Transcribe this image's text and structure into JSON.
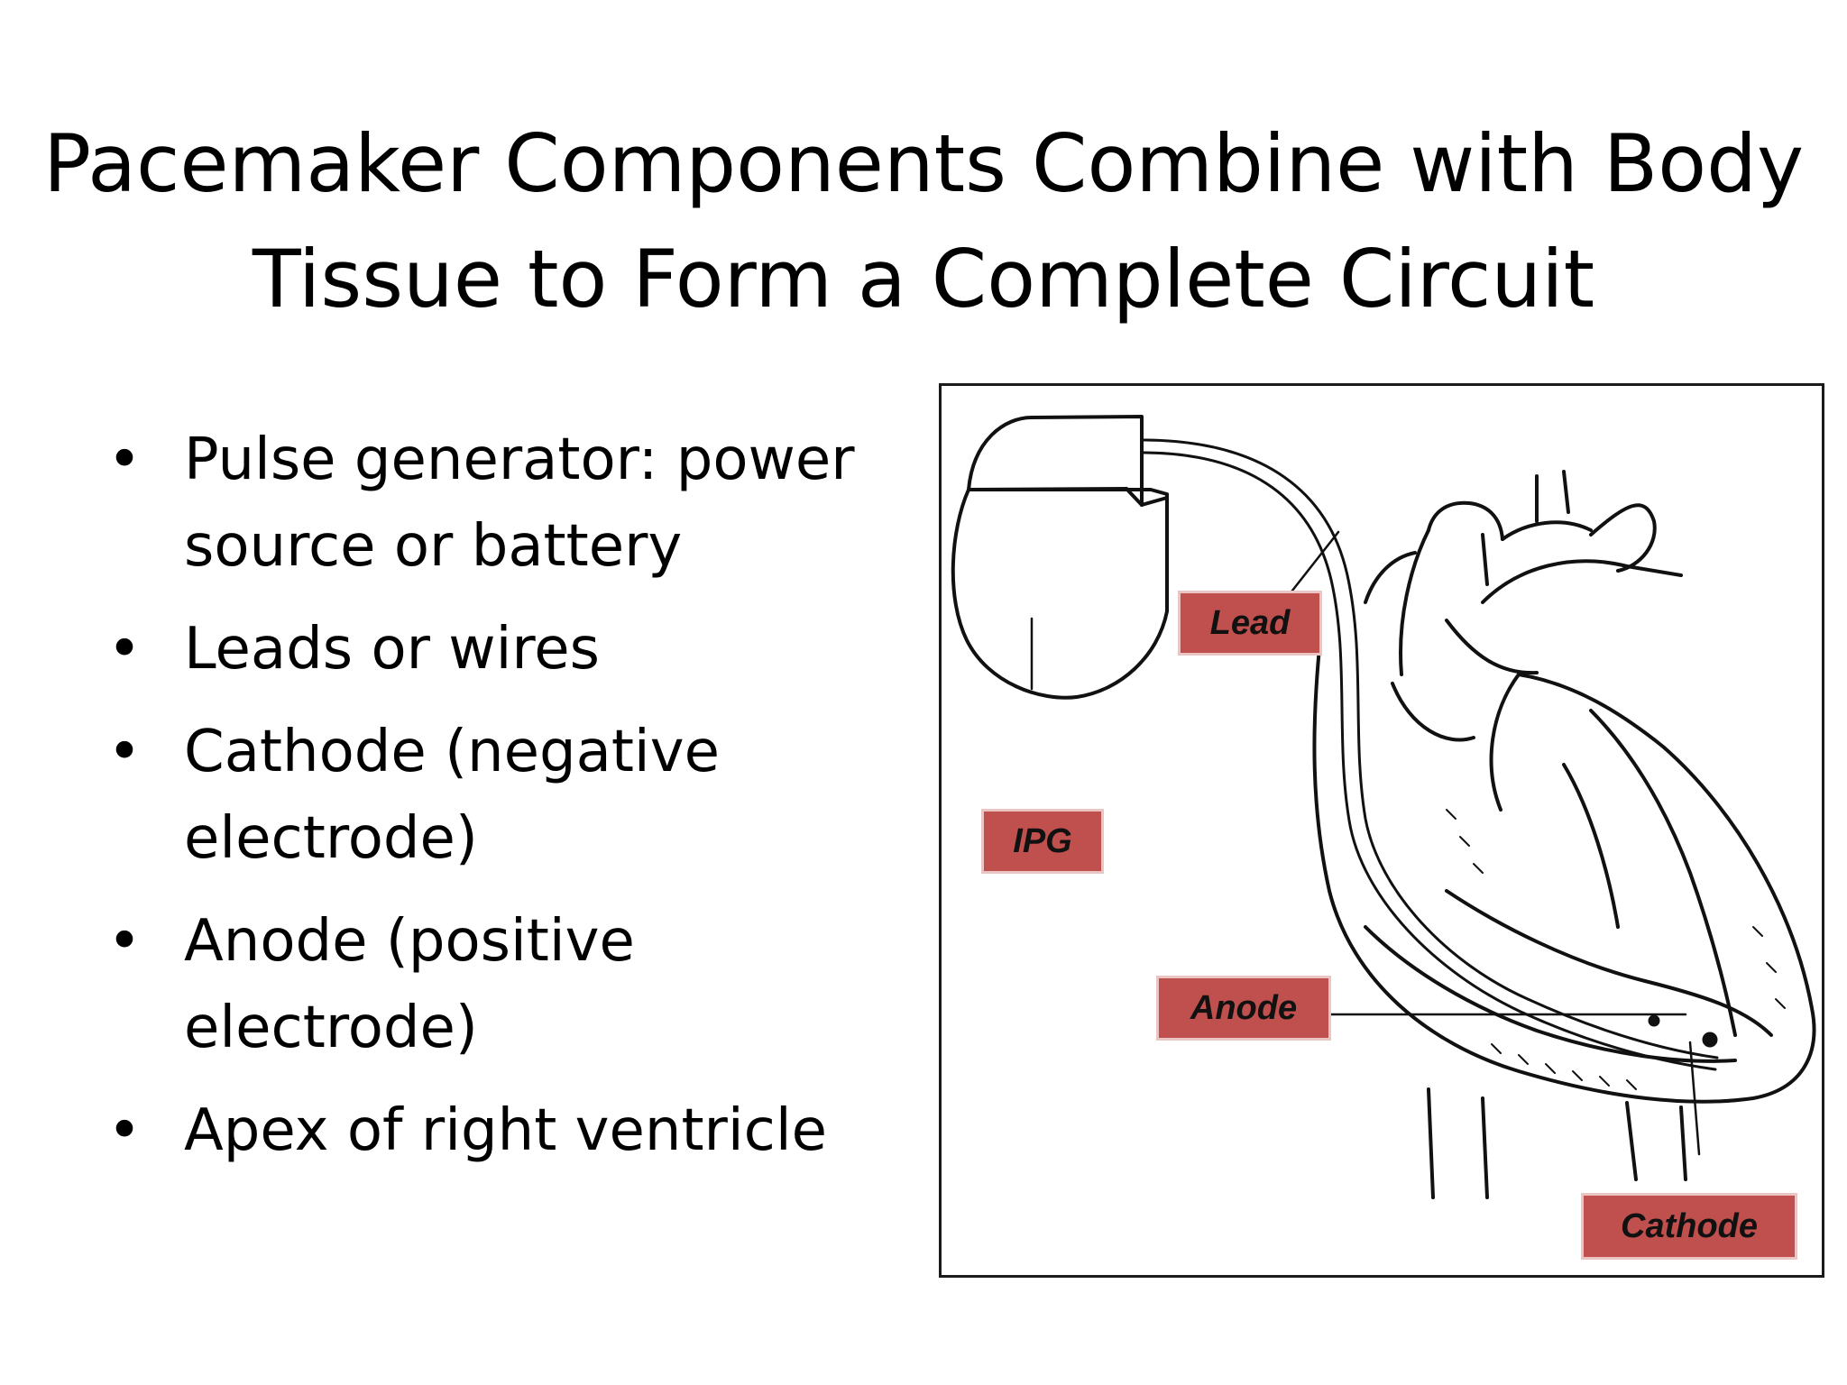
{
  "title": {
    "line1": "Pacemaker Components Combine with Body",
    "line2": "Tissue to Form a Complete Circuit"
  },
  "bullets": [
    {
      "marker": "•",
      "line1": "Pulse generator: power",
      "line2": "source or battery"
    },
    {
      "marker": "•",
      "line1": "Leads or wires",
      "line2": ""
    },
    {
      "marker": "•",
      "line1": "Cathode (negative",
      "line2": "electrode)"
    },
    {
      "marker": "•",
      "line1": "Anode (positive",
      "line2": "electrode)"
    },
    {
      "marker": "•",
      "line1": "Apex of right ventricle",
      "line2": ""
    }
  ],
  "diagram": {
    "labels": {
      "lead": "Lead",
      "ipg": "IPG",
      "anode": "Anode",
      "cathode": "Cathode"
    },
    "label_color": "#c0504d"
  }
}
